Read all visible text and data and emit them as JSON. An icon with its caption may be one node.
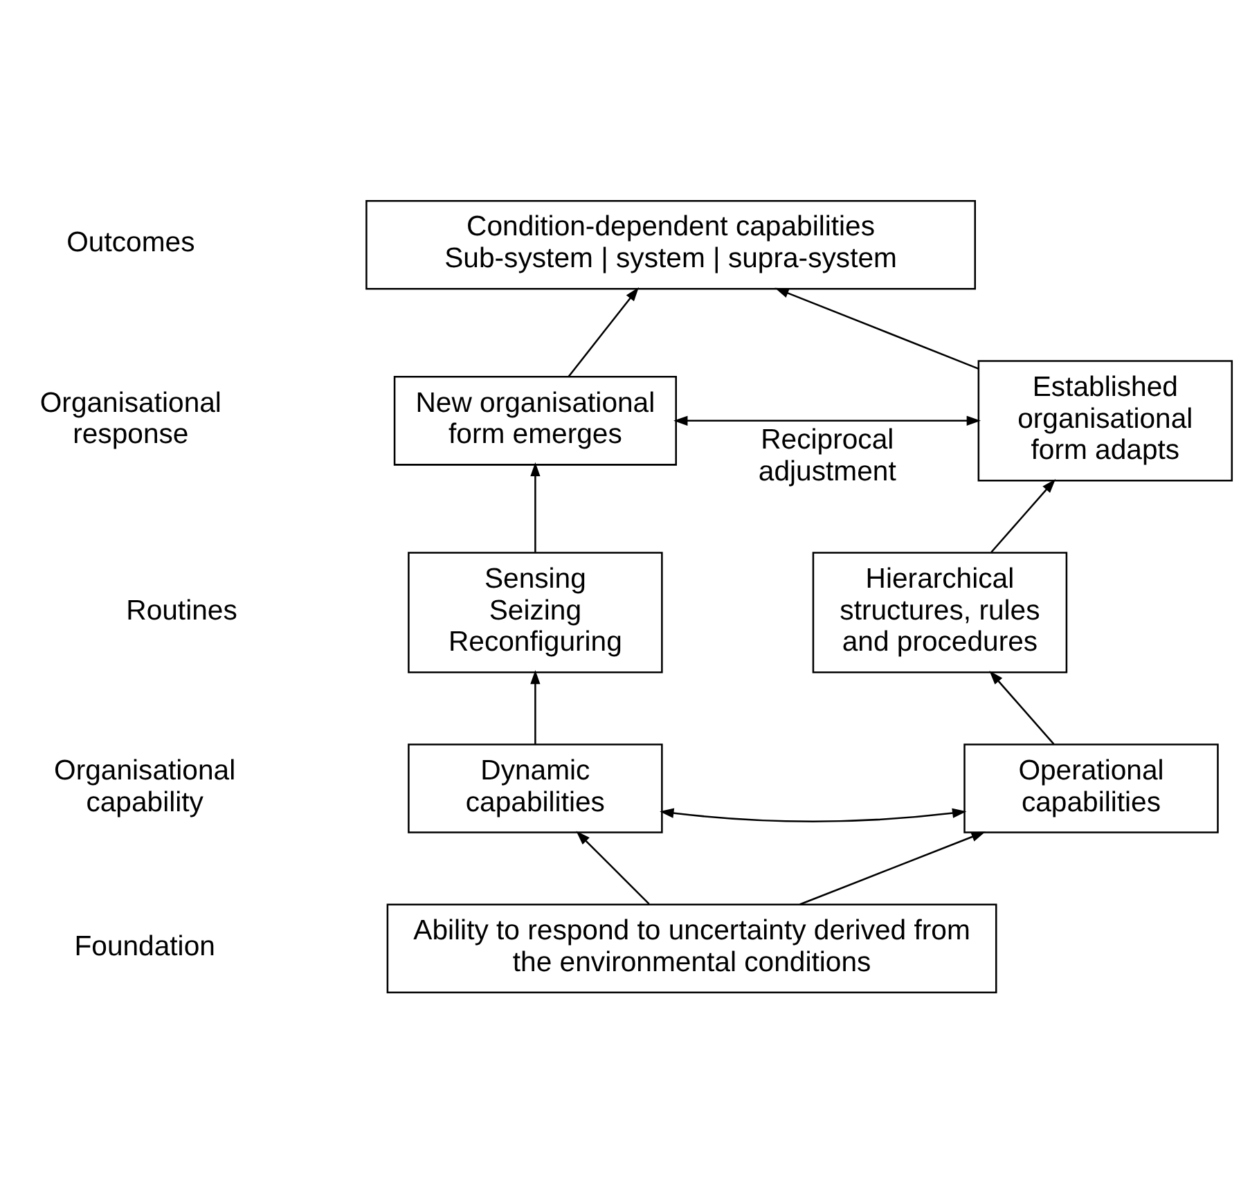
{
  "diagram": {
    "nodes": [
      {
        "text": [
          "Condition-dependent capabilities",
          "Sub-system | system | supra-system"
        ]
      },
      {
        "text": [
          "New organisational form emerges"
        ]
      },
      {
        "text": [
          "Established organisational form adapts"
        ]
      },
      {
        "text": [
          "Sensing",
          "Seizing",
          "Reconfiguring"
        ]
      },
      {
        "text": [
          "Hierarchical structures, rules and procedures"
        ]
      },
      {
        "text": [
          "Dynamic capabilities"
        ]
      },
      {
        "text": [
          "Operational capabilities"
        ]
      },
      {
        "text": [
          "Ability to respond to uncertainty derived from the environmental conditions"
        ]
      }
    ],
    "edges": [
      {
        "from": 1,
        "to": 0,
        "arrow": "to"
      },
      {
        "from": 2,
        "to": 0,
        "arrow": "to"
      },
      {
        "from": 1,
        "to": 2,
        "arrow": "both",
        "label": "Reciprocal adjustment"
      },
      {
        "from": 3,
        "to": 1,
        "arrow": "to"
      },
      {
        "from": 4,
        "to": 2,
        "arrow": "to"
      },
      {
        "from": 5,
        "to": 3,
        "arrow": "to"
      },
      {
        "from": 6,
        "to": 4,
        "arrow": "to"
      },
      {
        "from": 5,
        "to": 6,
        "arrow": "both"
      },
      {
        "from": 7,
        "to": 5,
        "arrow": "to"
      },
      {
        "from": 7,
        "to": 6,
        "arrow": "to"
      }
    ],
    "labels": [
      "Outcomes",
      "Organisational response",
      "Routines",
      "Organisational capability",
      "Foundation"
    ]
  }
}
